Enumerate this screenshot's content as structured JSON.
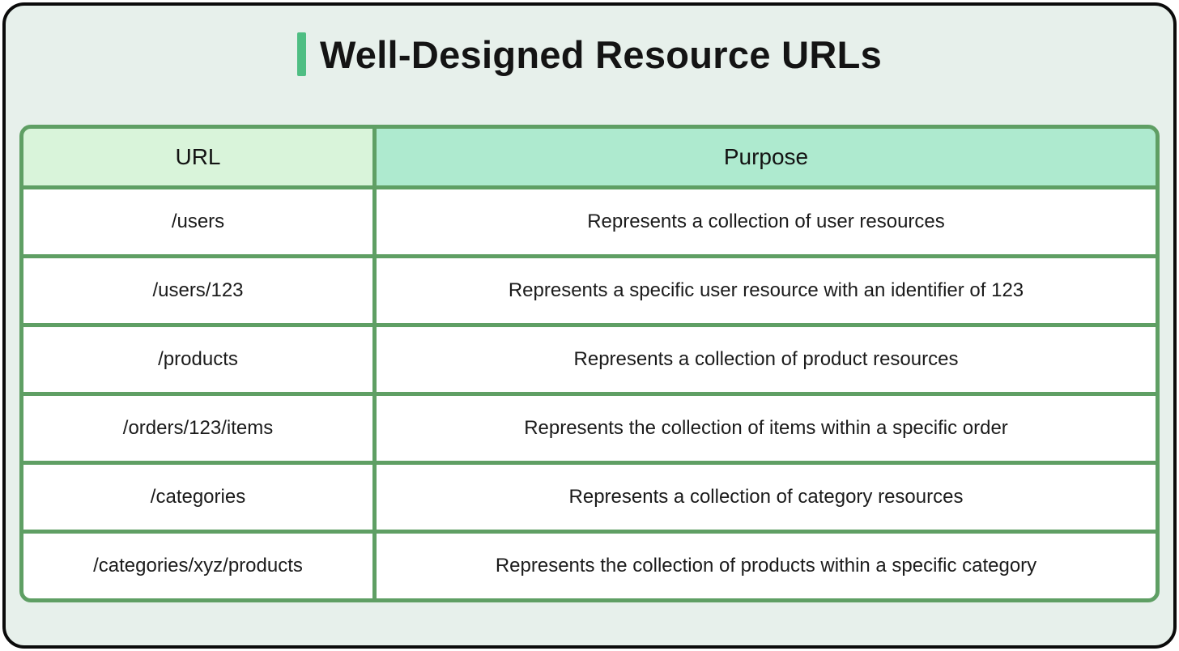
{
  "title": "Well-Designed Resource URLs",
  "colors": {
    "accent_bar": "#4fbe83",
    "card_background": "#e7f0eb",
    "card_border": "#0b0b0b",
    "table_border": "#5f9f64",
    "header_url_background": "#d9f4da",
    "header_purpose_background": "#aeeacf",
    "row_background": "#ffffff"
  },
  "table": {
    "headers": [
      "URL",
      "Purpose"
    ],
    "rows": [
      {
        "url": "/users",
        "purpose": "Represents a collection of user resources"
      },
      {
        "url": "/users/123",
        "purpose": "Represents a specific user resource with an identifier of 123"
      },
      {
        "url": "/products",
        "purpose": "Represents a collection of product resources"
      },
      {
        "url": "/orders/123/items",
        "purpose": "Represents the collection of items within a specific order"
      },
      {
        "url": "/categories",
        "purpose": "Represents a collection of category resources"
      },
      {
        "url": "/categories/xyz/products",
        "purpose": "Represents the collection of products within a specific category"
      }
    ]
  }
}
